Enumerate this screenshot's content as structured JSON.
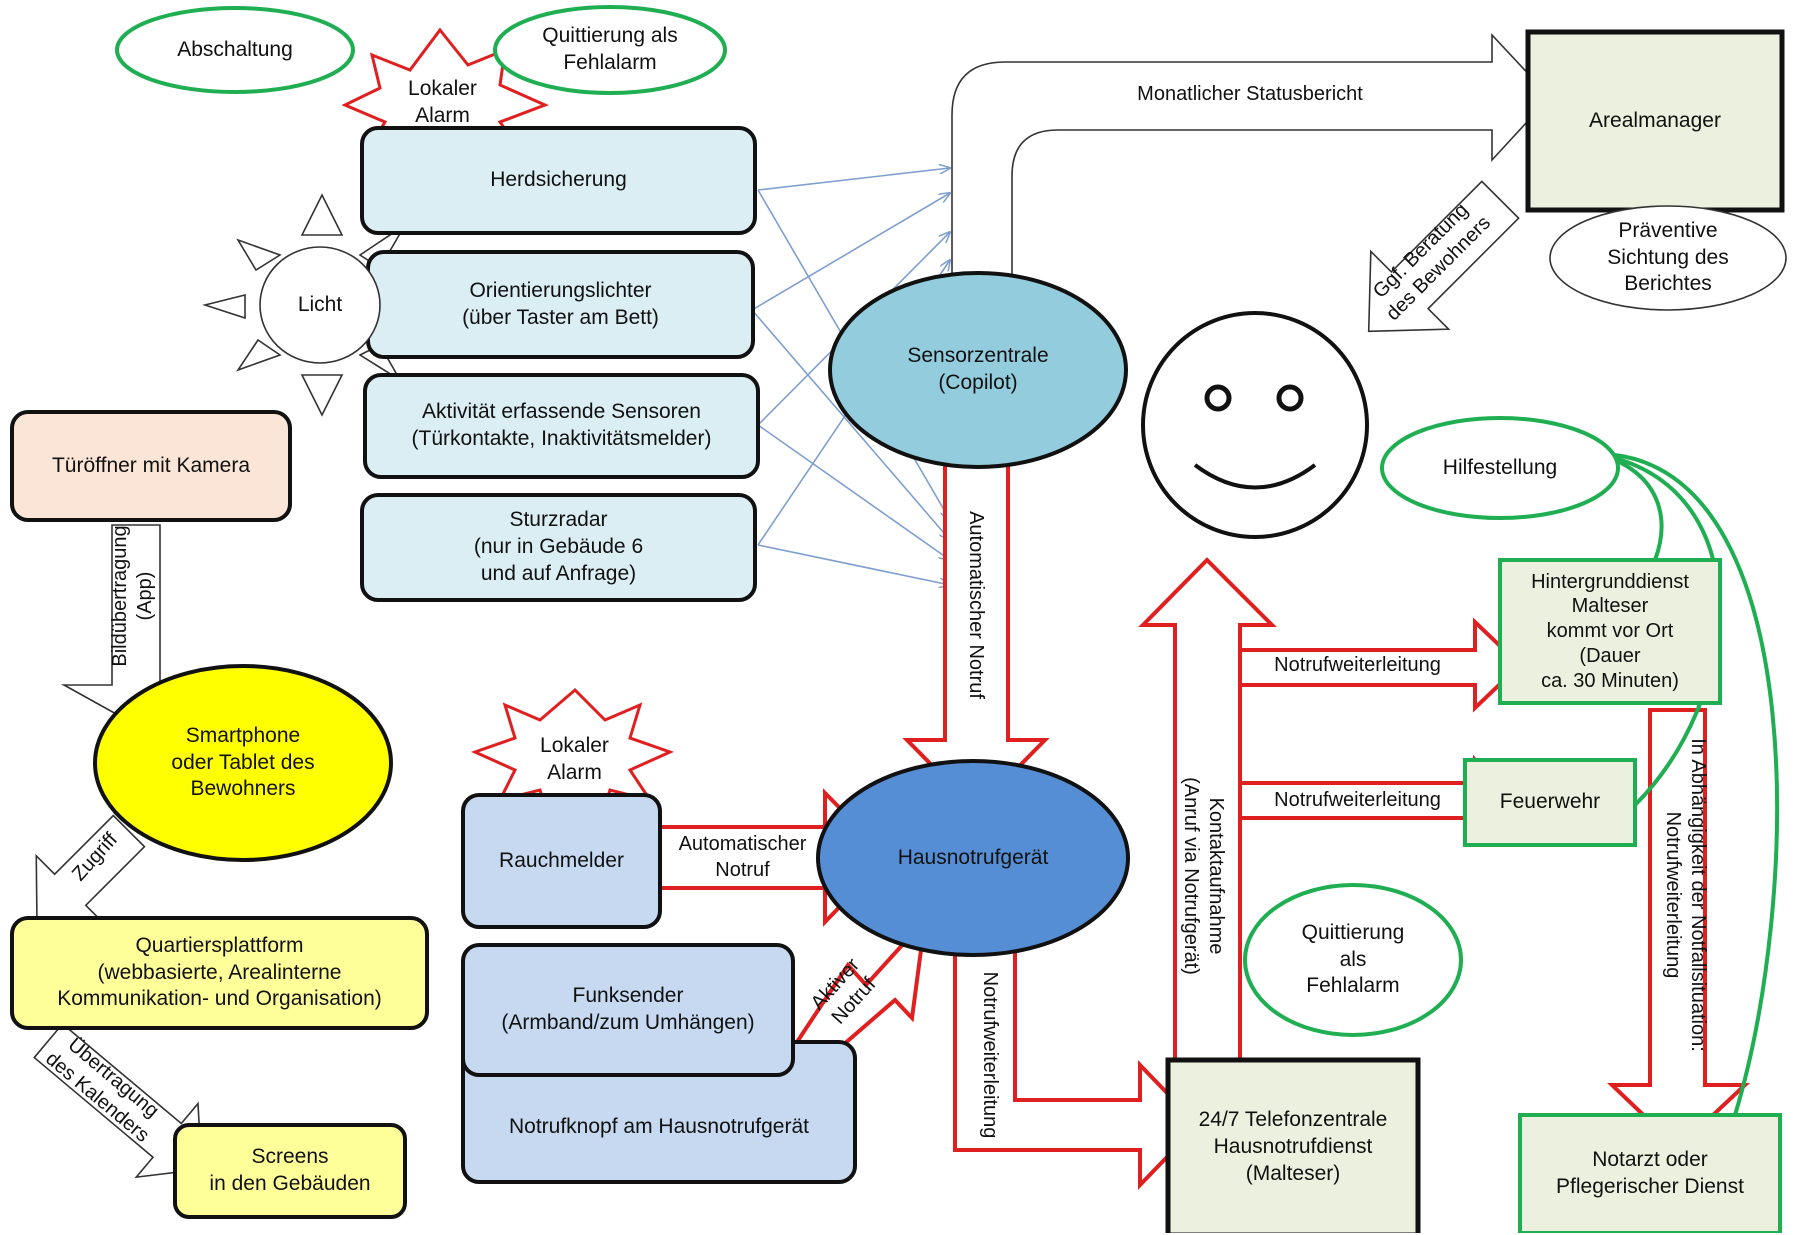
{
  "boxes": {
    "herdsicherung": "Herdsicherung",
    "orientierung": "Orientierungslichter\n(über Taster am Bett)",
    "aktivitaet": "Aktivität erfassende  Sensoren\n(Türkontakte,  Inaktivitätsmelder)",
    "sturzradar": "Sturzradar\n(nur in Gebäude 6\nund auf Anfrage)",
    "tueroeffner": "Türöffner  mit Kamera",
    "quartiersplattform": "Quartiersplattform\n(webbasierte,  Arealinterne\nKommunikation- und Organisation)",
    "screens": "Screens\nin den Gebäuden",
    "rauchmelder": "Rauchmelder",
    "funksender": "Funksender\n(Armband/zum  Umhängen)",
    "notrufknopf": "Notrufknopf  am Hausnotrufgerät",
    "arealmanager": "Arealmanager",
    "telefonzentrale": "24/7 Telefonzentrale\nHausnotrufdienst\n(Malteser)",
    "hintergrunddienst": "Hintergrunddienst\nMalteser\nkommt vor  Ort\n(Dauer\nca. 30 Minuten)",
    "feuerwehr": "Feuerwehr",
    "notarzt": "Notarzt  oder\nPflegerischer  Dienst"
  },
  "ellipses": {
    "abschaltung": "Abschaltung",
    "quittierung_top": "Quittierung als\nFehlalarm",
    "licht": "Licht",
    "sensorzentrale": "Sensorzentrale\n(Copilot)",
    "smartphone": "Smartphone\noder Tablet des\nBewohners",
    "hausnotrufgeraet": "Hausnotrufgerät",
    "praeventive": "Präventive\nSichtung des\nBerichtes",
    "hilfestellung": "Hilfestellung",
    "quittierung_bottom": "Quittierung\nals\nFehlalarm"
  },
  "bursts": {
    "lokaler_alarm_top": "Lokaler\nAlarm",
    "lokaler_alarm_mid": "Lokaler\nAlarm"
  },
  "arrows": {
    "monatlicher_statusbericht": "Monatlicher Statusbericht",
    "automatischer_notruf_vertical": "Automatischer Notruf",
    "bilduebertragung": "Bildübertragung\n(App)",
    "zugriff": "Zugriff",
    "uebertragung_kalender": "Übertragung\ndes Kalenders",
    "automatischer_notruf_rauch": "Automatischer\nNotruf",
    "aktiver_notruf": "Aktiver\nNotruf",
    "notrufweiterleitung_down": "Notrufweiterleitung",
    "kontaktaufnahme": "Kontaktaufnahme\n(Anruf via Notrufgerät)",
    "notrufweiterleitung_hd": "Notrufweiterleitung",
    "notrufweiterleitung_fw": "Notrufweiterleitung",
    "beratung": "Ggf. Beratung\ndes Bewohners",
    "abhaengigkeit": "In Abhängigkeit der Notfallsituation:\nNotrufweiterleitung"
  },
  "colors": {
    "light_blue_box": "#dbeef4",
    "tuer_box": "#fbe5d6",
    "yellow_box": "#ffff99",
    "pale_blue_box": "#c6d9f0",
    "green_box_fill": "#ebf1de",
    "green_stroke": "#1fae52",
    "sensorzentrale_fill": "#93cddd",
    "hausnotruf_fill": "#558ed5",
    "smartphone_fill": "#ffff00",
    "red": "#e02020",
    "thin_blue": "#7f9fcf"
  }
}
